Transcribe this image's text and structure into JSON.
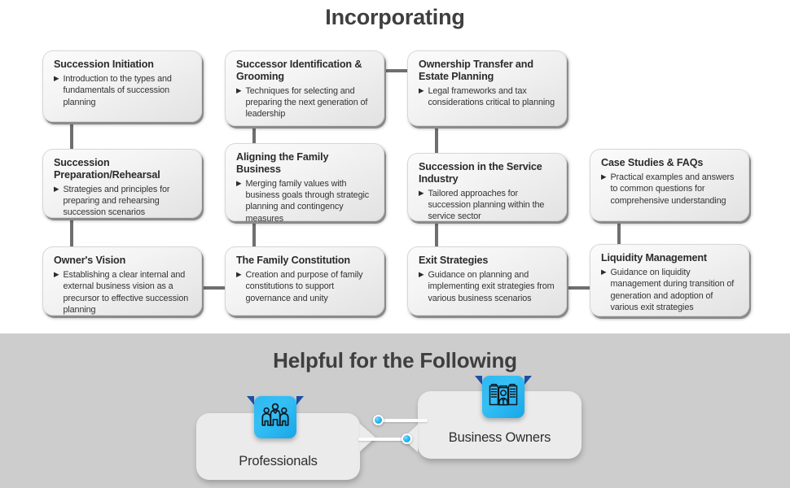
{
  "sections": {
    "incorporating": {
      "title": "Incorporating",
      "cards": [
        {
          "title": "Succession Initiation",
          "bullet": "Introduction to the types and fundamentals of succession planning"
        },
        {
          "title": "Successor Identification & Grooming",
          "bullet": "Techniques for selecting and preparing the next generation of leadership"
        },
        {
          "title": "Ownership Transfer and Estate Planning",
          "bullet": "Legal frameworks and tax considerations critical to planning"
        },
        {
          "title": "Succession Preparation/Rehearsal",
          "bullet": "Strategies and principles for preparing and rehearsing succession scenarios"
        },
        {
          "title": "Aligning the Family Business",
          "bullet": "Merging family values with business goals through strategic planning and contingency measures"
        },
        {
          "title": "Succession in the Service Industry",
          "bullet": "Tailored approaches for succession planning within the service sector"
        },
        {
          "title": "Case Studies & FAQs",
          "bullet": "Practical examples and answers to common questions for comprehensive understanding"
        },
        {
          "title": "Owner's Vision",
          "bullet": "Establishing a clear internal and external business vision as a precursor to effective succession planning"
        },
        {
          "title": "The Family Constitution",
          "bullet": "Creation and purpose of family constitutions to support governance and unity"
        },
        {
          "title": "Exit Strategies",
          "bullet": "Guidance on planning and implementing exit strategies from various business scenarios"
        },
        {
          "title": "Liquidity Management",
          "bullet": "Guidance on liquidity management during transition of generation and adoption of various exit strategies"
        }
      ],
      "bullet_marker": "▶"
    },
    "helpful": {
      "title": "Helpful for the Following",
      "personas": [
        {
          "label": "Professionals",
          "icon": "people-group-icon"
        },
        {
          "label": "Business Owners",
          "icon": "office-buildings-person-icon"
        }
      ]
    }
  },
  "colors": {
    "accent_blue": "#2fb7f0",
    "ribbon_blue": "#1d4fa8",
    "card_shadow": "#8b8b8b",
    "connector": "#6f6f6f",
    "bottom_background": "#cdcdcd",
    "title_text": "#3f3f3f"
  }
}
